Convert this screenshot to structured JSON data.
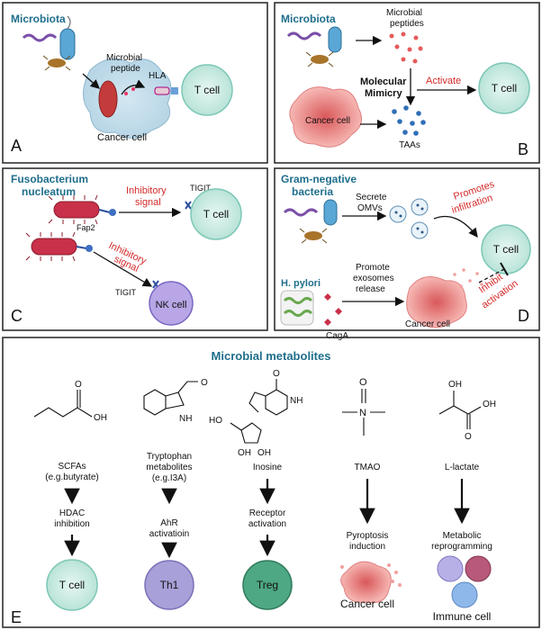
{
  "panels": {
    "A": {
      "letter": "A",
      "title": "Microbiota",
      "microbial_peptide": [
        "Microbial",
        "peptide"
      ],
      "hla": "HLA",
      "t_cell": "T cell",
      "cancer_cell": "Cancer cell"
    },
    "B": {
      "letter": "B",
      "title": "Microbiota",
      "microbial_peptides": [
        "Microbial",
        "peptides"
      ],
      "molecular_mimicry": [
        "Molecular",
        "Mimicry"
      ],
      "activate": "Activate",
      "t_cell": "T cell",
      "cancer_cell": "Cancer cell",
      "taas": "TAAs"
    },
    "C": {
      "letter": "C",
      "title": [
        "Fusobacterium",
        "nucleatum"
      ],
      "inhibitory_signal_1": [
        "Inhibitory",
        "signal"
      ],
      "inhibitory_signal_2": [
        "Inhibitory",
        "signal"
      ],
      "tigit_1": "TIGIT",
      "tigit_2": "TIGIT",
      "fap2": "Fap2",
      "t_cell": "T cell",
      "nk_cell": "NK cell"
    },
    "D": {
      "letter": "D",
      "title": [
        "Gram-negative",
        "bacteria"
      ],
      "secrete_omvs": [
        "Secrete",
        "OMVs"
      ],
      "promotes_infiltration": [
        "Promotes",
        "infiltration"
      ],
      "t_cell": "T cell",
      "h_pylori": "H. pylori",
      "promote_exosomes": [
        "Promote",
        "exosomes",
        "release"
      ],
      "inhibit_activation": [
        "Inhibit",
        "activation"
      ],
      "caga": "CagA",
      "cancer_cell": "Cancer cell"
    },
    "E": {
      "letter": "E",
      "title": "Microbial metabolites",
      "metabolites": [
        {
          "name": [
            "SCFAs",
            "(e.g.butyrate)"
          ],
          "effect": [
            "HDAC",
            "inhibition"
          ],
          "target": "T cell"
        },
        {
          "name": [
            "Tryptophan",
            "metabolites",
            "(e.g.I3A)"
          ],
          "effect": [
            "AhR",
            "activatioin"
          ],
          "target": "Th1"
        },
        {
          "name": [
            "Inosine"
          ],
          "effect": [
            "Receptor",
            "activation"
          ],
          "target": "Treg"
        },
        {
          "name": [
            "TMAO"
          ],
          "effect": [
            "Pyroptosis",
            "induction"
          ],
          "target": "Cancer cell"
        },
        {
          "name": [
            "L-lactate"
          ],
          "effect": [
            "Metabolic",
            "reprogramming"
          ],
          "target": "Immune cell"
        }
      ],
      "chem_labels": {
        "o": "O",
        "oh": "OH",
        "nh": "NH",
        "n": "N",
        "ho": "HO"
      }
    }
  },
  "colors": {
    "title_blue": "#1f6e8c",
    "red": "#d42a2a",
    "t_cell_fill": "#cfeee6",
    "t_cell_stroke": "#7cc7b6",
    "cancer_fill": "#f2a3a3",
    "nk_fill": "#b8a6e6",
    "th1_fill": "#a8a0d8",
    "treg_fill": "#4ea883"
  }
}
